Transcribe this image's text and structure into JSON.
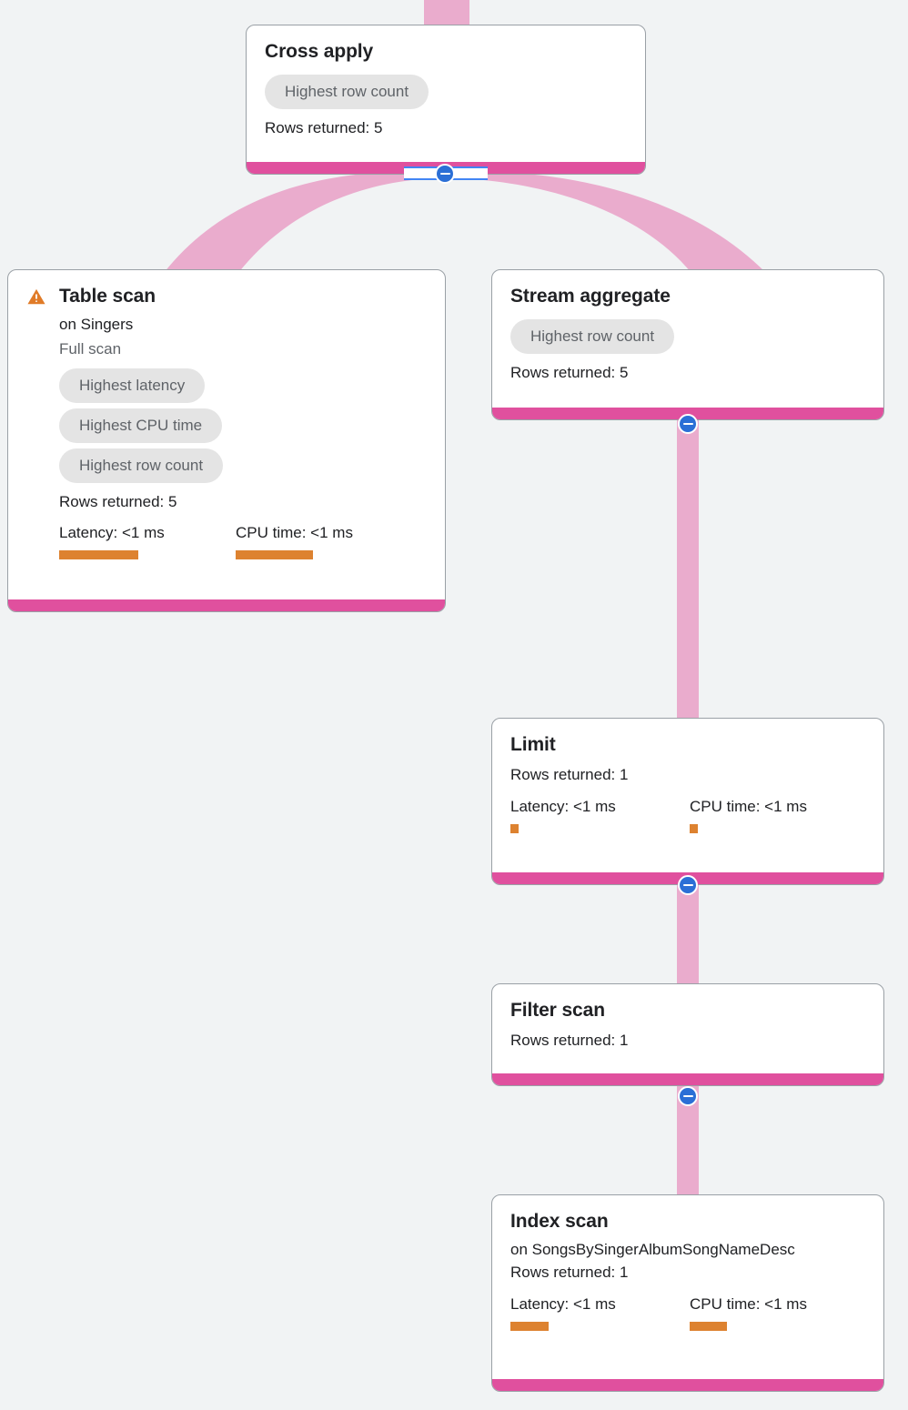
{
  "theme": {
    "background": "#f1f3f4",
    "node_background": "#ffffff",
    "node_border": "#9aa0a6",
    "footer_bar": "#e0509e",
    "edge_ribbon": "#eaaccd",
    "metric_bar": "#dd8230",
    "badge_background": "#e4e4e4",
    "badge_text": "#5f6368",
    "toggle_blue": "#2b6fd6",
    "warning_orange": "#e07b28",
    "title_text": "#202124"
  },
  "labels": {
    "rows_returned_prefix": "Rows returned: ",
    "latency_prefix": "Latency: ",
    "cpu_prefix": "CPU time: ",
    "on_prefix": "on "
  },
  "nodes": [
    {
      "id": "cross-apply",
      "title": "Cross apply",
      "subtitle": "",
      "scan_type": "",
      "badges": [
        "Highest row count"
      ],
      "rows_returned": "Rows returned: 5",
      "latency": "",
      "cpu_time": "",
      "warning": false,
      "collapsible": true
    },
    {
      "id": "table-scan",
      "title": "Table scan",
      "subtitle": "on Singers",
      "scan_type": "Full scan",
      "badges": [
        "Highest latency",
        "Highest CPU time",
        "Highest row count"
      ],
      "rows_returned": "Rows returned: 5",
      "latency": "Latency: <1 ms",
      "cpu_time": "CPU time: <1 ms",
      "warning": true,
      "collapsible": false
    },
    {
      "id": "stream-aggregate",
      "title": "Stream aggregate",
      "subtitle": "",
      "scan_type": "",
      "badges": [
        "Highest row count"
      ],
      "rows_returned": "Rows returned: 5",
      "latency": "",
      "cpu_time": "",
      "warning": false,
      "collapsible": true
    },
    {
      "id": "limit",
      "title": "Limit",
      "subtitle": "",
      "scan_type": "",
      "badges": [],
      "rows_returned": "Rows returned: 1",
      "latency": "Latency: <1 ms",
      "cpu_time": "CPU time: <1 ms",
      "warning": false,
      "collapsible": true
    },
    {
      "id": "filter-scan",
      "title": "Filter scan",
      "subtitle": "",
      "scan_type": "",
      "badges": [],
      "rows_returned": "Rows returned: 1",
      "latency": "",
      "cpu_time": "",
      "warning": false,
      "collapsible": true
    },
    {
      "id": "index-scan",
      "title": "Index scan",
      "subtitle": "on SongsBySingerAlbumSongNameDesc",
      "scan_type": "",
      "badges": [],
      "rows_returned": "Rows returned: 1",
      "latency": "Latency: <1 ms",
      "cpu_time": "CPU time: <1 ms",
      "warning": false,
      "collapsible": false
    }
  ],
  "toggles": [
    {
      "for": "cross-apply",
      "state": "expanded",
      "icon": "minus-circle-icon",
      "focused": true
    },
    {
      "for": "stream-aggregate",
      "state": "expanded",
      "icon": "minus-circle-icon",
      "focused": false
    },
    {
      "for": "limit",
      "state": "expanded",
      "icon": "minus-circle-icon",
      "focused": false
    },
    {
      "for": "filter-scan",
      "state": "expanded",
      "icon": "minus-circle-icon",
      "focused": false
    }
  ],
  "edges": [
    {
      "from": "root-inflow",
      "to": "cross-apply"
    },
    {
      "from": "cross-apply",
      "to": "table-scan"
    },
    {
      "from": "cross-apply",
      "to": "stream-aggregate"
    },
    {
      "from": "stream-aggregate",
      "to": "limit"
    },
    {
      "from": "limit",
      "to": "filter-scan"
    },
    {
      "from": "filter-scan",
      "to": "index-scan"
    }
  ]
}
